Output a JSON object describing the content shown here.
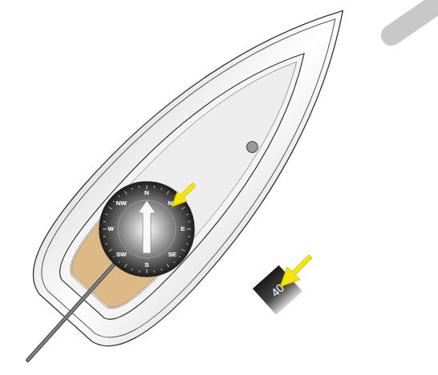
{
  "diagram": {
    "nodes": [
      {
        "text": [
          "N",
          "NE",
          "E",
          "SE",
          "S",
          "SW",
          "W",
          "NW"
        ]
      },
      {
        "text": [
          "40"
        ]
      }
    ]
  }
}
